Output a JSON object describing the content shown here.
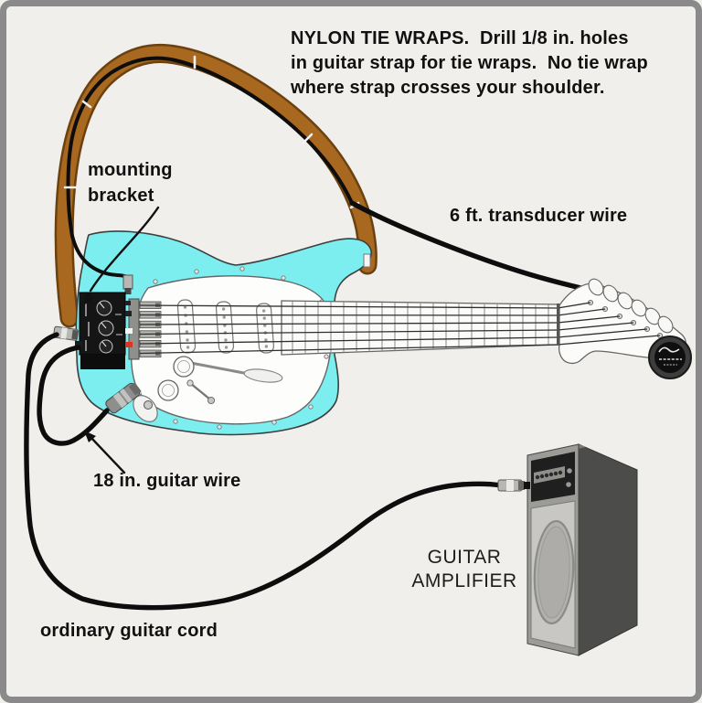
{
  "title": "Guitar transducer installation diagram",
  "annotations": {
    "instructions": "NYLON TIE WRAPS.  Drill 1/8 in. holes\nin guitar strap for tie wraps.  No tie wrap\nwhere strap crosses your shoulder.",
    "mounting_bracket": "mounting\nbracket",
    "transducer_wire": "6 ft. transducer wire",
    "guitar_wire": "18 in. guitar wire",
    "guitar_cord": "ordinary guitar cord",
    "amplifier": "GUITAR\nAMPLIFIER"
  },
  "parts": {
    "guitar": "electric guitar",
    "strap": "guitar strap with nylon tie wraps",
    "mounting_box": "mounting bracket control box",
    "transducer_disc": "transducer disc on headstock",
    "amplifier": "guitar amplifier"
  },
  "colors": {
    "background": "#f0efeb",
    "frame": "#8a8a8a",
    "guitar_body": "#7deef0",
    "strap": "#a8681f",
    "strap_edge": "#6b4110",
    "cable": "#0d0d0d",
    "pickguard": "#fdfdfb",
    "amp_side": "#4c4c4a",
    "amp_front": "#9b9b97",
    "amp_grille": "#c8c7c3",
    "accent_red": "#e23222",
    "text": "#111111"
  }
}
